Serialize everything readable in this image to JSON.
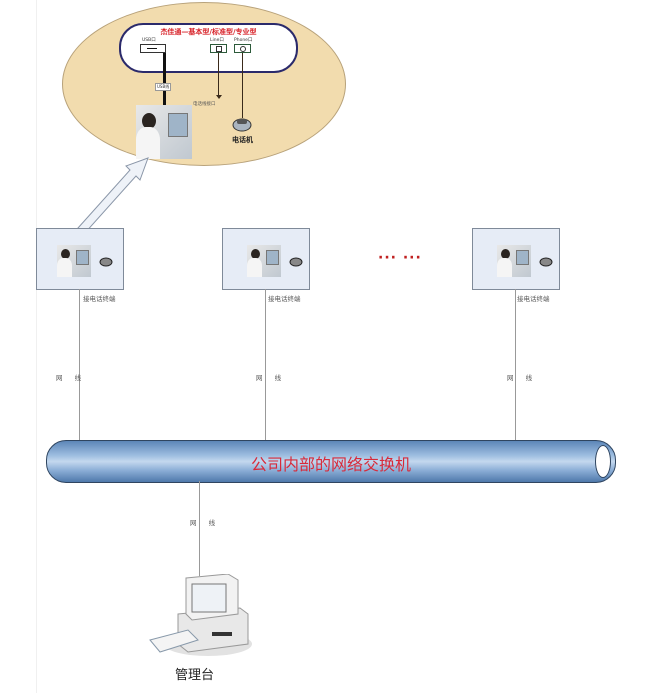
{
  "detail": {
    "device_title": "杰佳通—基本型/标准型/专业型",
    "ports": [
      {
        "label": "USB口",
        "icon": "usb-port-icon"
      },
      {
        "label": "Line口",
        "icon": "line-port-icon"
      },
      {
        "label": "Phone口",
        "icon": "phone-port-icon"
      }
    ],
    "usb_cable_label": "USB线",
    "line_label": "电话线接口",
    "phone_label": "电话机"
  },
  "terminals": [
    {
      "label": "接电话终端"
    },
    {
      "label": "接电话终端"
    },
    {
      "label": "接电话终端"
    }
  ],
  "ellipsis": "··· ···",
  "network_labels": [
    "网 线",
    "网 线",
    "网 线",
    "网 线"
  ],
  "switch": {
    "label": "公司内部的网络交换机"
  },
  "console": {
    "label": "管理台"
  },
  "colors": {
    "ellipse_fill": "#f2dcae",
    "device_border": "#2b2a6b",
    "title_red": "#d8232a",
    "pipe_blue": "#8fb1d8",
    "terminal_fill": "#e6ecf6"
  }
}
